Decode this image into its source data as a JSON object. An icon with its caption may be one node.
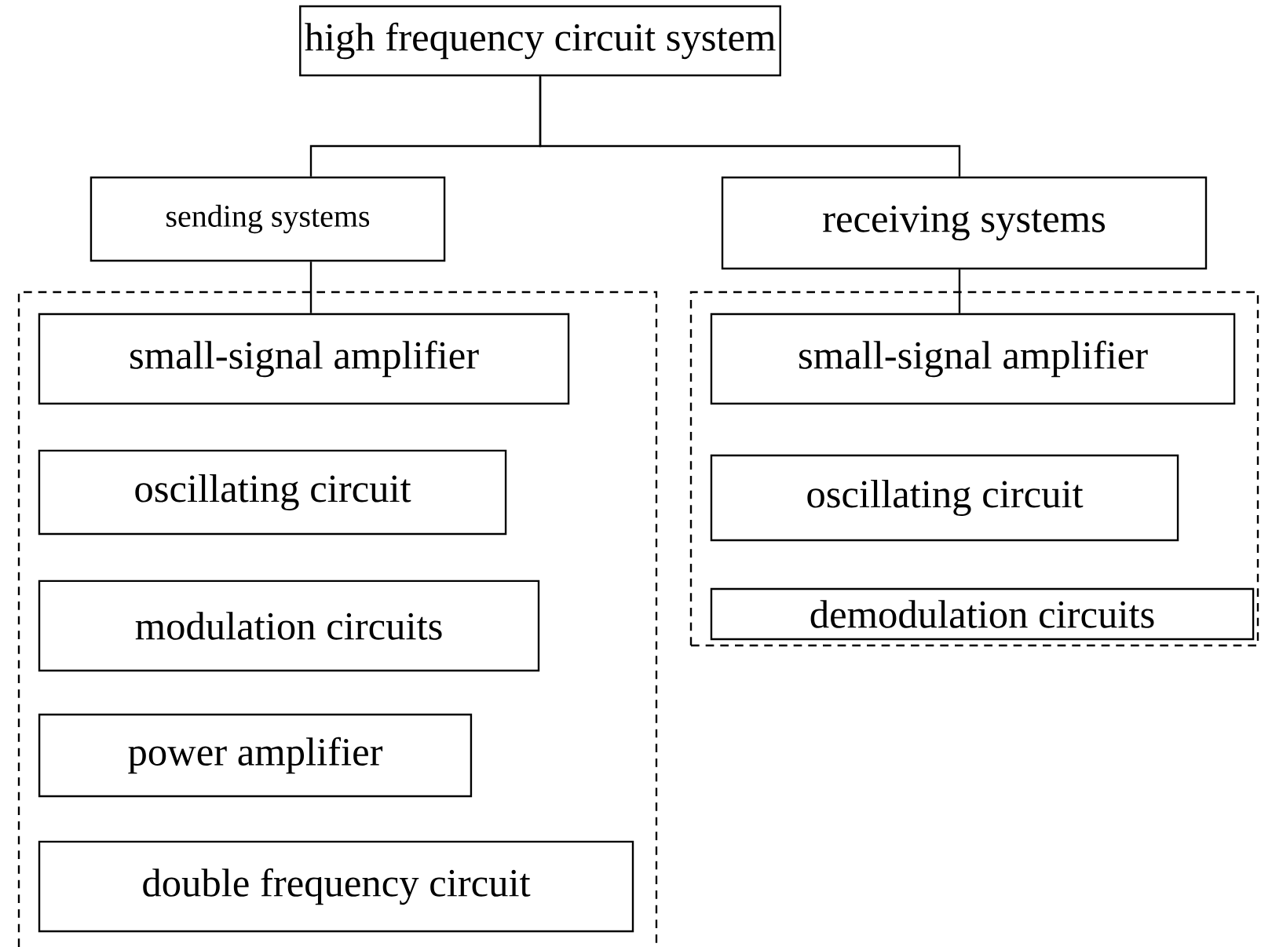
{
  "diagram": {
    "nodes": [
      {
        "text": [
          "high frequency circuit system"
        ]
      },
      {
        "text": [
          "sending systems"
        ]
      },
      {
        "text": [
          "receiving systems"
        ]
      },
      {
        "text": [],
        "shape": "box"
      },
      {
        "text": [
          "small-signal amplifier"
        ],
        "in": 3
      },
      {
        "text": [
          "oscillating circuit"
        ],
        "in": 3
      },
      {
        "text": [
          "modulation circuits"
        ],
        "in": 3
      },
      {
        "text": [
          "power amplifier"
        ],
        "in": 3
      },
      {
        "text": [
          "double frequency circuit"
        ],
        "in": 3
      },
      {
        "text": [],
        "shape": "box"
      },
      {
        "text": [
          "small-signal amplifier"
        ],
        "in": 9
      },
      {
        "text": [
          "oscillating circuit"
        ],
        "in": 9
      },
      {
        "text": [
          "demodulation circuits"
        ],
        "in": 9
      }
    ],
    "edges": [
      {
        "from": 0,
        "to": 1,
        "arrow": "none"
      },
      {
        "from": 0,
        "to": 2,
        "arrow": "none"
      },
      {
        "from": 1,
        "to": 4,
        "arrow": "none"
      },
      {
        "from": 2,
        "to": 10,
        "arrow": "none"
      }
    ]
  }
}
